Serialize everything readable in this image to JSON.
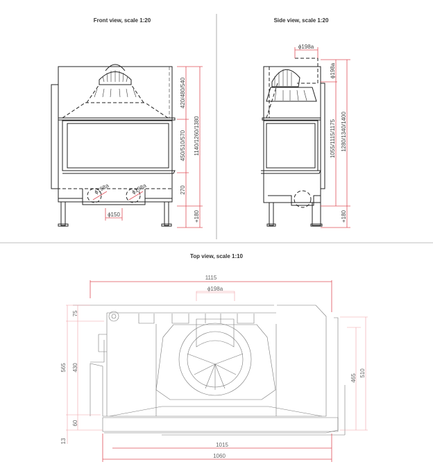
{
  "front_view": {
    "title": "Front view, scale 1:20",
    "dims": {
      "upper_height": "420/480/540",
      "glass_height": "450/510/570",
      "total_height": "1140/1260/1380",
      "base_height": "270",
      "leg_height": "+180",
      "air_inlet_left": "ϕ198a",
      "air_inlet_right": "ϕ198a",
      "outlet": "ϕ150"
    }
  },
  "side_view": {
    "title": "Side view, scale 1:20",
    "dims": {
      "flue_top": "ϕ198a",
      "flue_side": "ϕ198a",
      "inner_height": "1055/1115/1175",
      "total_height": "1280/1340/1400",
      "leg_height": "+180"
    }
  },
  "top_view": {
    "title": "Top view, scale 1:10",
    "dims": {
      "total_width": "1115",
      "flue": "ϕ198a",
      "depth_total": "565",
      "depth_top": "75",
      "depth_mid": "430",
      "depth_bottom": "60",
      "offset": "13",
      "right_depth_inner": "465",
      "right_depth_outer": "510",
      "width_inner": "1015",
      "width_outer": "1060"
    }
  },
  "colors": {
    "dimension": "#e0505a",
    "outline": "#222222",
    "divider": "#999999"
  }
}
